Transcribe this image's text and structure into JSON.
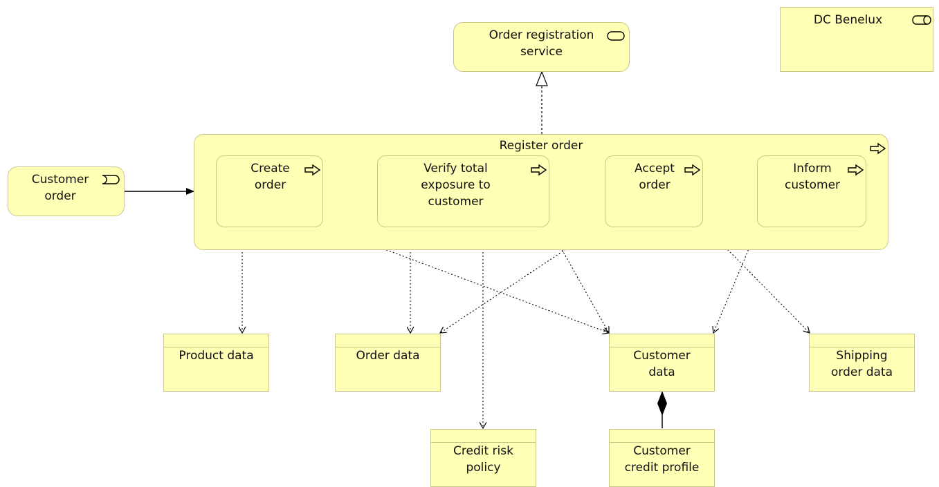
{
  "service": {
    "label": "Order registration\nservice",
    "icon": "business-service-icon"
  },
  "actor": {
    "label": "DC Benelux",
    "icon": "business-role-icon"
  },
  "event": {
    "label": "Customer\norder",
    "icon": "business-event-icon"
  },
  "process": {
    "label": "Register order",
    "icon": "business-process-icon",
    "steps": [
      {
        "label": "Create\norder"
      },
      {
        "label": "Verify total\nexposure to\ncustomer"
      },
      {
        "label": "Accept\norder"
      },
      {
        "label": "Inform\ncustomer"
      }
    ]
  },
  "objects": {
    "product_data": "Product data",
    "order_data": "Order data",
    "customer_data": "Customer\ndata",
    "shipping_order_data": "Shipping\norder data",
    "credit_risk_policy": "Credit risk\npolicy",
    "customer_credit_profile": "Customer\ncredit profile"
  },
  "colors": {
    "fill": "#ffffb5",
    "border": "#c8c88a",
    "line": "#000000"
  }
}
